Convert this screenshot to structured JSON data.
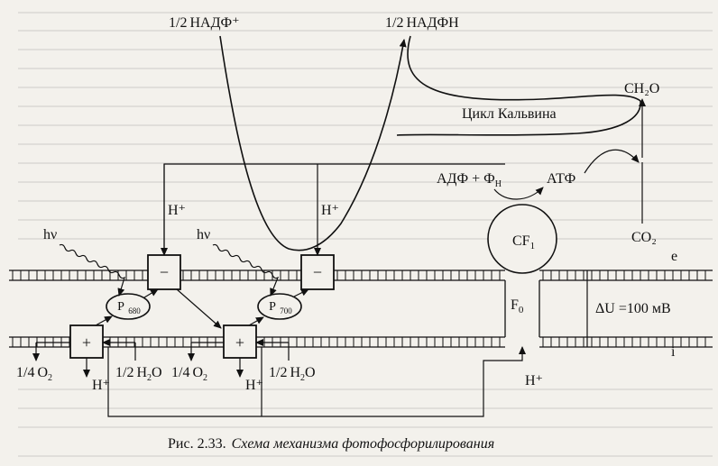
{
  "labels": {
    "nadf_plus": "НАДФ⁺",
    "nadf_h": "НАДФН",
    "calvin": "Цикл Кальвина",
    "ch2o": "CH₂O",
    "co2": "CO₂",
    "adp_pi": "АДФ + Ф",
    "pi_sub": "Н",
    "atp": "АТФ",
    "cf1": "CF",
    "cf1_sub": "1",
    "f0": "F",
    "f0_sub": "0",
    "delta_u": "ΔU =100 мВ",
    "e_side": "e",
    "i_side": "i",
    "h_plus": "H⁺",
    "hv": "hν",
    "p680": "P",
    "p680_sub": "680",
    "p700": "P",
    "p700_sub": "700",
    "half": "1/2",
    "quarter": "1/4",
    "o2": "O",
    "o2_sub": "2",
    "h2o": "H",
    "h2o_sub": "2",
    "h2o_o": "O",
    "minus": "−",
    "plus": "+"
  },
  "caption": {
    "figure": "Рис. 2.33.",
    "text": "Схема механизма фотофосфорилирования"
  },
  "colors": {
    "ink": "#111111",
    "paper": "#f3f1ec",
    "ghost_text": "#9a9894"
  }
}
